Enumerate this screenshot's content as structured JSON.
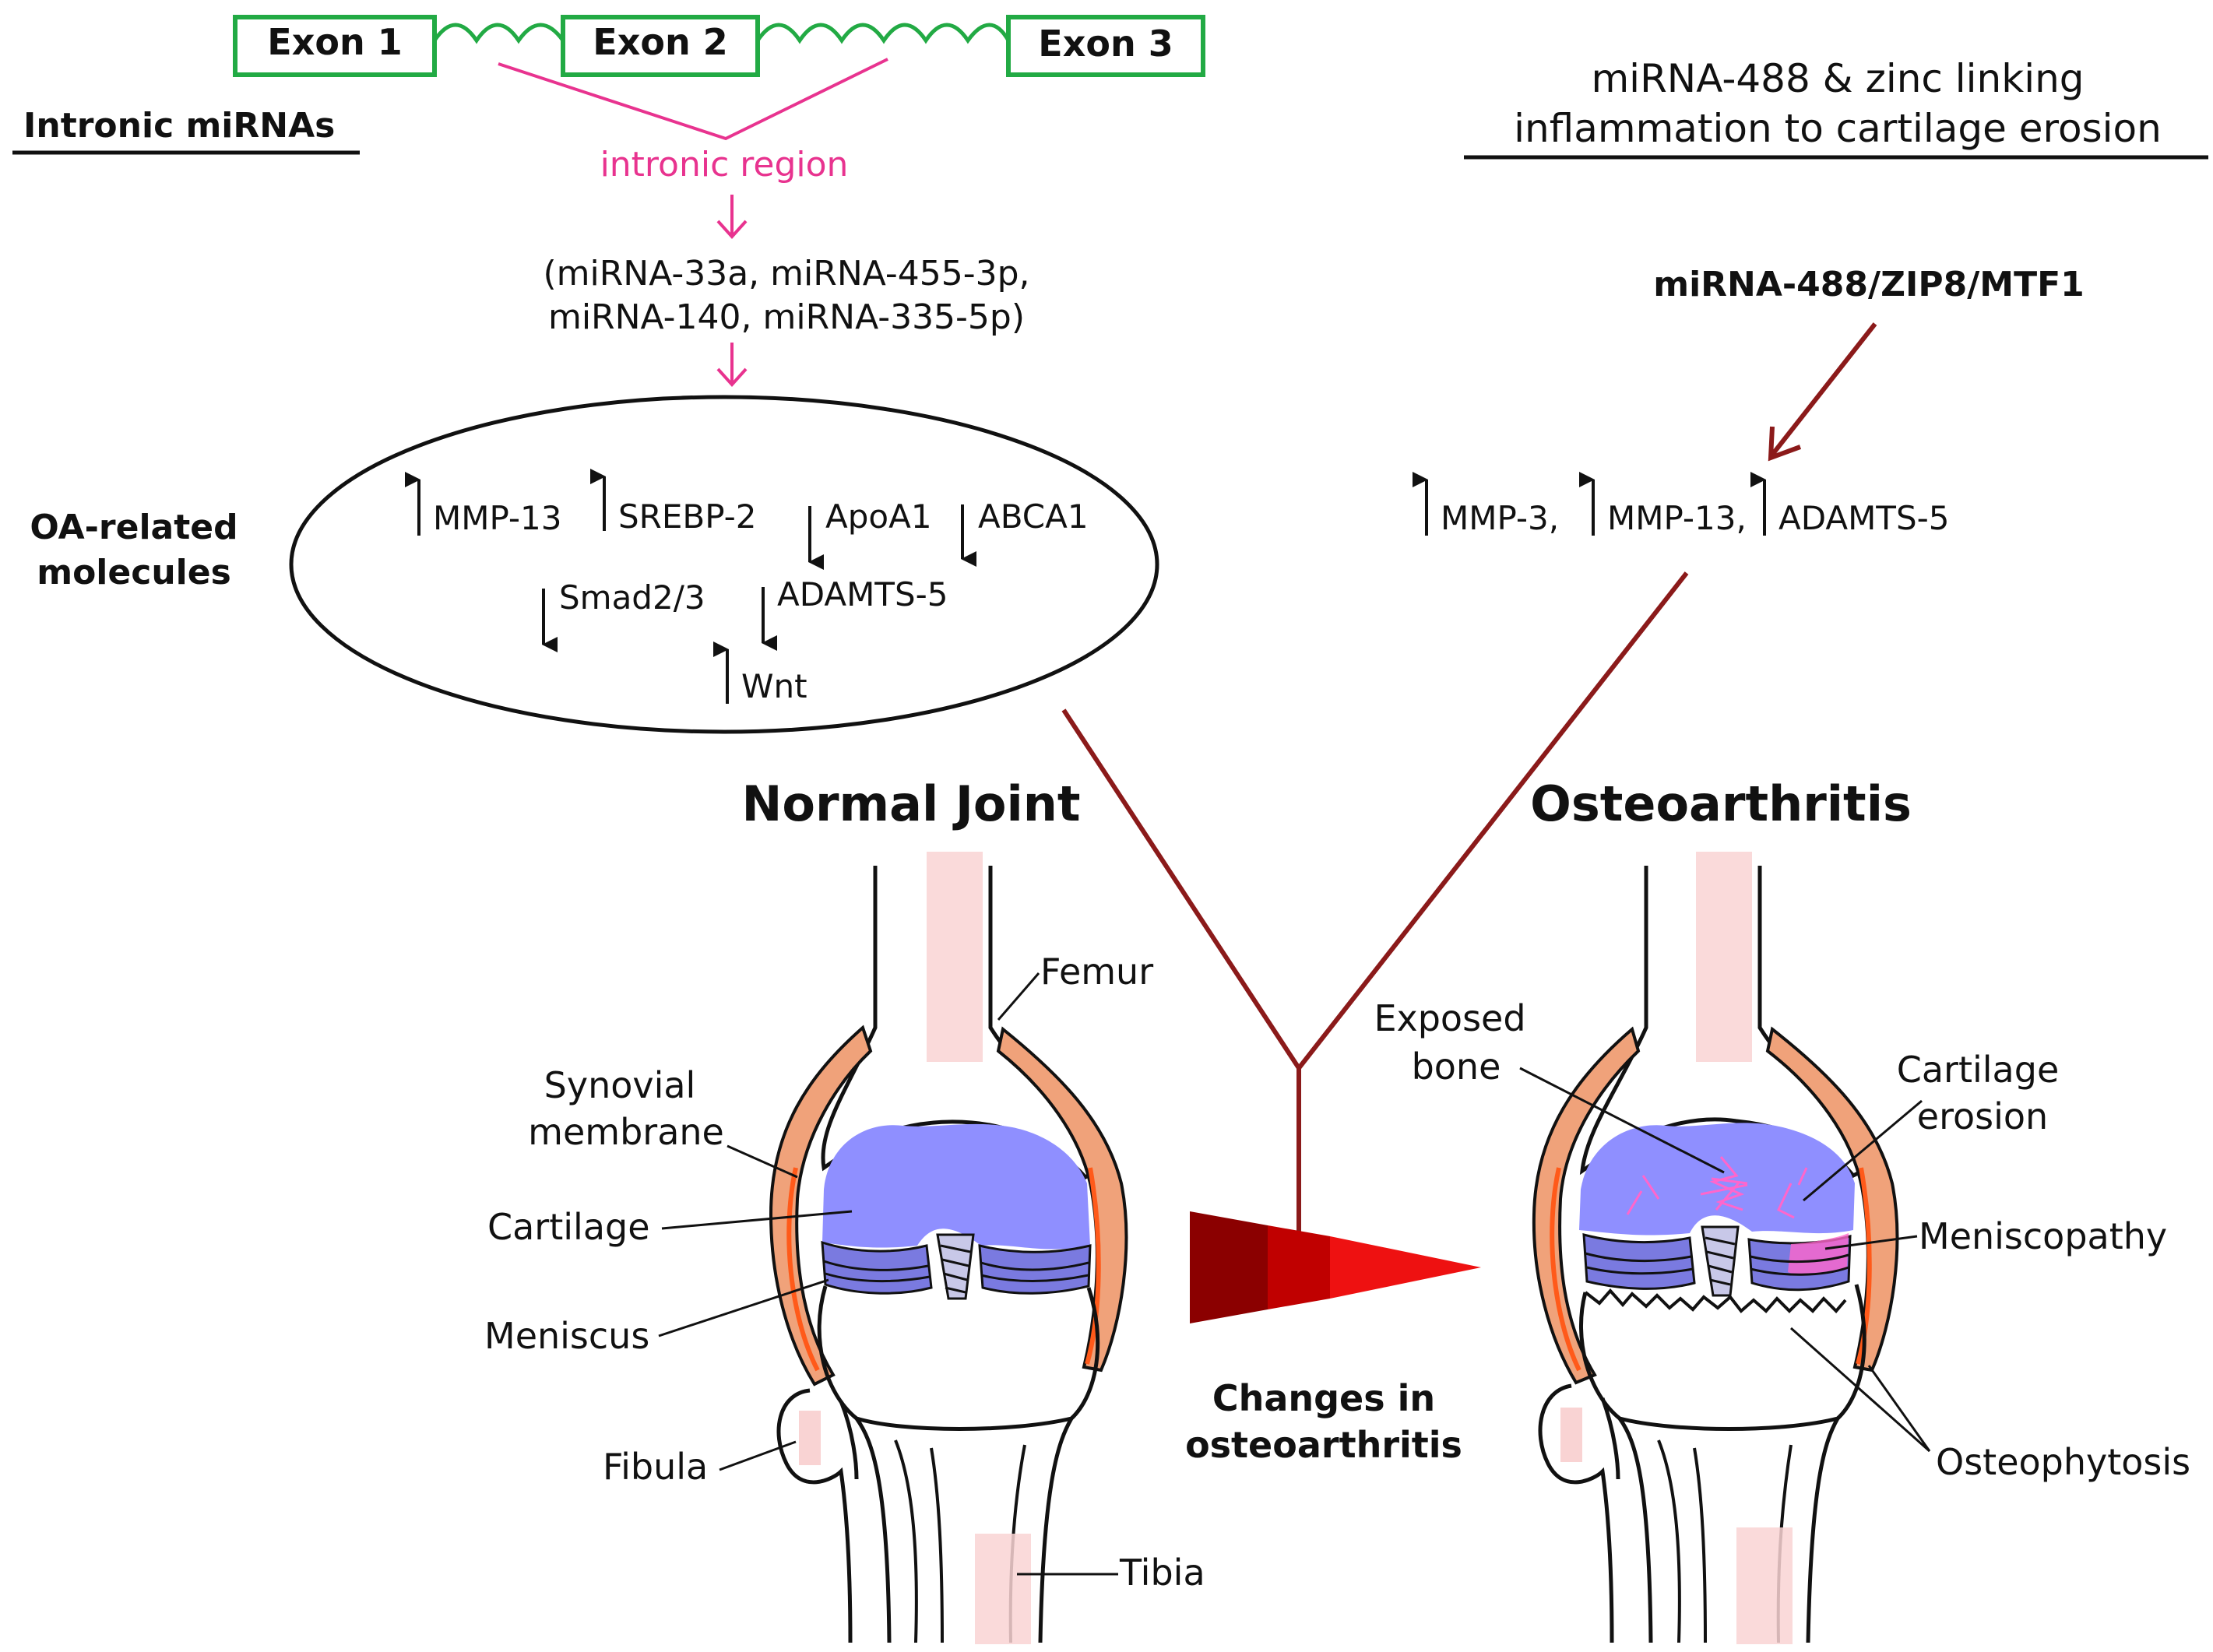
{
  "exons": {
    "exon1": "Exon 1",
    "exon2": "Exon 2",
    "exon3": "Exon 3"
  },
  "intronic": {
    "heading": "Intronic miRNAs",
    "region": "intronic region",
    "mirna_line1": "(miRNA-33a, miRNA-455-3p,",
    "mirna_line2": "miRNA-140, miRNA-335-5p)"
  },
  "oa_molecules": {
    "label_line1": "OA-related",
    "label_line2": "molecules",
    "items": [
      {
        "label": "MMP-13",
        "direction": "up"
      },
      {
        "label": "SREBP-2",
        "direction": "up"
      },
      {
        "label": "ApoA1",
        "direction": "down"
      },
      {
        "label": "ABCA1",
        "direction": "down"
      },
      {
        "label": "Smad2/3",
        "direction": "down"
      },
      {
        "label": "ADAMTS-5",
        "direction": "down"
      },
      {
        "label": "Wnt",
        "direction": "up"
      }
    ]
  },
  "zinc": {
    "heading_line1": "miRNA-488 & zinc linking",
    "heading_line2": "inflammation to cartilage erosion",
    "axis": "miRNA-488/ZIP8/MTF1",
    "items": [
      {
        "label": "MMP-3,",
        "direction": "up"
      },
      {
        "label": "MMP-13,",
        "direction": "up"
      },
      {
        "label": "ADAMTS-5",
        "direction": "up"
      }
    ]
  },
  "normal_joint": {
    "title": "Normal Joint",
    "labels": {
      "femur": "Femur",
      "synovial_line1": "Synovial",
      "synovial_line2": "membrane",
      "cartilage": "Cartilage",
      "meniscus": "Meniscus",
      "fibula": "Fibula",
      "tibia": "Tibia"
    }
  },
  "oa_joint": {
    "title": "Osteoarthritis",
    "labels": {
      "exposed_line1": "Exposed",
      "exposed_line2": "bone",
      "erosion_line1": "Cartilage",
      "erosion_line2": "erosion",
      "meniscopathy": "Meniscopathy",
      "osteophytosis": "Osteophytosis"
    }
  },
  "changes": {
    "line1": "Changes in",
    "line2": "osteoarthritis"
  },
  "colors": {
    "exon_border": "#22aa44",
    "intronic_pink": "#e8338f",
    "dark_red": "#8b1a1a",
    "cartilage": "#8f8fff",
    "meniscus": "#7a7ae0",
    "synovium": "#f0a27a",
    "synovium_edge": "#ff5a1a",
    "pink_band": "#f9d3d3",
    "lesion": "#ff66cc",
    "wedge_dark": "#8b0000",
    "wedge_mid": "#c00000",
    "wedge_light": "#ee1111"
  }
}
